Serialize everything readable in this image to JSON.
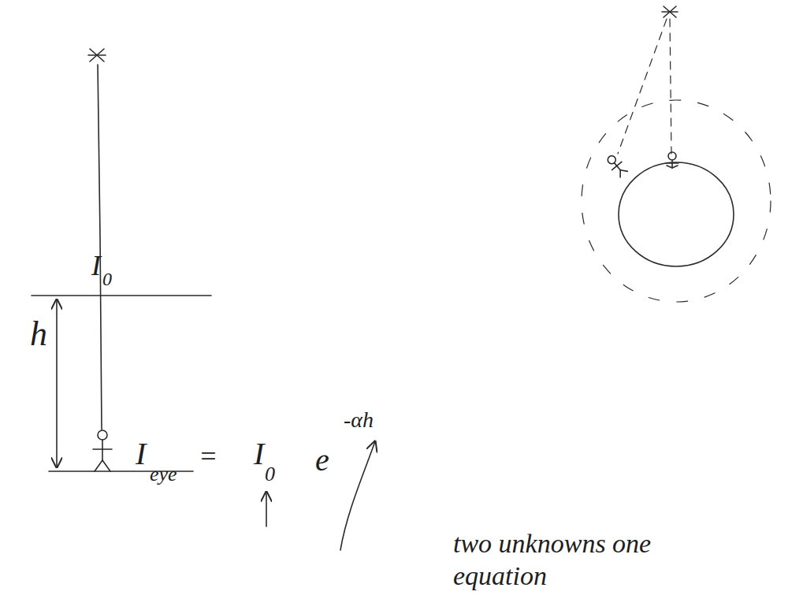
{
  "diagram": {
    "labels": [
      "I",
      "0",
      "h",
      "I",
      "eye",
      "=",
      "I",
      "0",
      "e",
      "-αh",
      "two unknowns one equation"
    ]
  }
}
